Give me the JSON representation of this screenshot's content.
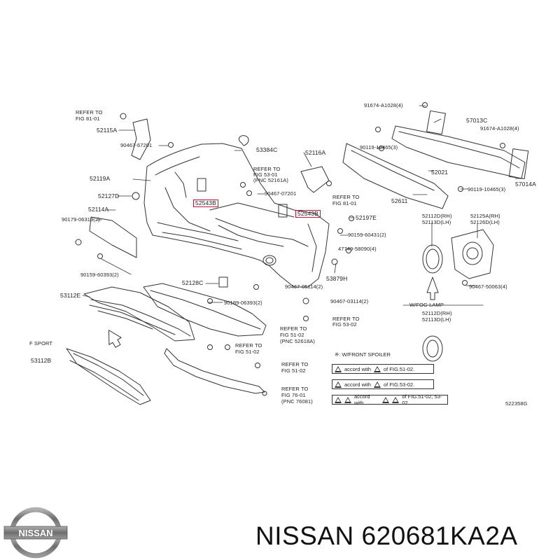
{
  "labels": {
    "refer_fig_81_01_a": "REFER TO",
    "refer_fig_81_01_b": "FIG  81-01",
    "p52115a": "52115A",
    "p90467_67201_top": "90467-67201",
    "p53384c": "53384C",
    "p52116a": "52116A",
    "p52119a": "52119A",
    "refer_fig_53_01_a": "REFER TO",
    "refer_fig_53_01_b": "FIG  53-01",
    "refer_fig_53_01_c": "(PNC 52161A)",
    "p90467_07201": "90467-07201",
    "refer_fig_81_01_c": "REFER TO",
    "refer_fig_81_01_d": "FIG  81-01",
    "p52127d": "52127D",
    "p52543b_left": "52543B",
    "p52543b_right": "52543B",
    "p52197e": "52197E",
    "p52114a": "52114A",
    "p90179_06319": "90179-06319(2)",
    "p90159_60431": "90159-60431(2)",
    "p47749_58090": "47749-58090(4)",
    "p90159_60393": "90159-60393(2)",
    "p53879h": "53879H",
    "p52128c": "52128C",
    "p90467_05114": "90467-05114(2)",
    "p53112e": "53112E",
    "p90189_06393": "90189-06393(2)",
    "p90467_03114": "90467-03114(2)",
    "refer_fig_53_02_a": "REFER TO",
    "refer_fig_53_02_b": "FIG  53-02",
    "refer_fig_51_02_a": "REFER TO",
    "refer_fig_51_02_b": "FIG  51-02",
    "refer_fig_51_02_c": "(PNC 52618A)",
    "refer_fig_51_02d_a": "REFER TO",
    "refer_fig_51_02d_b": "FIG  51-02",
    "refer_fig_51_02e_a": "REFER TO",
    "refer_fig_51_02e_b": "FIG  51-02",
    "refer_fig_76_01_a": "REFER TO",
    "refer_fig_76_01_b": "FIG  76-01",
    "refer_fig_76_01_c": "(PNC 76081)",
    "f_sport": "F SPORT",
    "p53112b": "53112B",
    "p91674_a1028_top": "91674-A1028(4)",
    "p57013c": "57013C",
    "p91674_a1028_right": "91674-A1028(4)",
    "p90119_10465_top": "90119-10465(3)",
    "p52021": "52021",
    "p57014a": "57014A",
    "p90119_10465_bot": "90119-10465(3)",
    "p52611": "52611",
    "p52112d_rh": "52112D(RH)",
    "p52113d_lh": "52113D(LH)",
    "p52125a_rh": "52125A(RH)",
    "p52126d_lh": "52126D(LH)",
    "p90467_50063": "90467-50063(4)",
    "w_fog_lamp": "W/FOG LAMP",
    "p52112d_rh_2": "52112D(RH)",
    "p52113d_lh_2": "52113D(LH)",
    "front_spoiler": "※: W/FRONT SPOILER",
    "note1_a": "accord with",
    "note1_b": "of FIG.51-02.",
    "note2_a": "accord with",
    "note2_b": "of FIG.53-02.",
    "note3_a": "accord with",
    "note3_b": "of FIG.51-02, 53-02.",
    "diagram_code": "522358G"
  },
  "brand": {
    "logo_text": "NISSAN",
    "title": "NISSAN 620681KA2A"
  },
  "colors": {
    "highlight": "#c0143c",
    "line": "#333333",
    "logo_grey": "#8c8c8c"
  }
}
